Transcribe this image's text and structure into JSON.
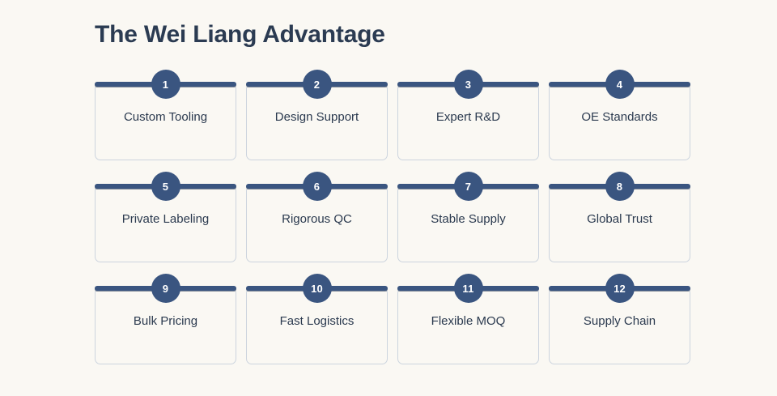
{
  "page": {
    "title": "The Wei Liang Advantage",
    "background_color": "#faf8f3",
    "accent_color": "#3a5580",
    "title_color": "#2b3b52",
    "label_color": "#2b3a4f",
    "card_border_color": "#ccd4de"
  },
  "cards": [
    {
      "number": "1",
      "label": "Custom Tooling"
    },
    {
      "number": "2",
      "label": "Design Support"
    },
    {
      "number": "3",
      "label": "Expert R&D"
    },
    {
      "number": "4",
      "label": "OE Standards"
    },
    {
      "number": "5",
      "label": "Private Labeling"
    },
    {
      "number": "6",
      "label": "Rigorous QC"
    },
    {
      "number": "7",
      "label": "Stable Supply"
    },
    {
      "number": "8",
      "label": "Global Trust"
    },
    {
      "number": "9",
      "label": "Bulk Pricing"
    },
    {
      "number": "10",
      "label": "Fast Logistics"
    },
    {
      "number": "11",
      "label": "Flexible MOQ"
    },
    {
      "number": "12",
      "label": "Supply Chain"
    }
  ]
}
